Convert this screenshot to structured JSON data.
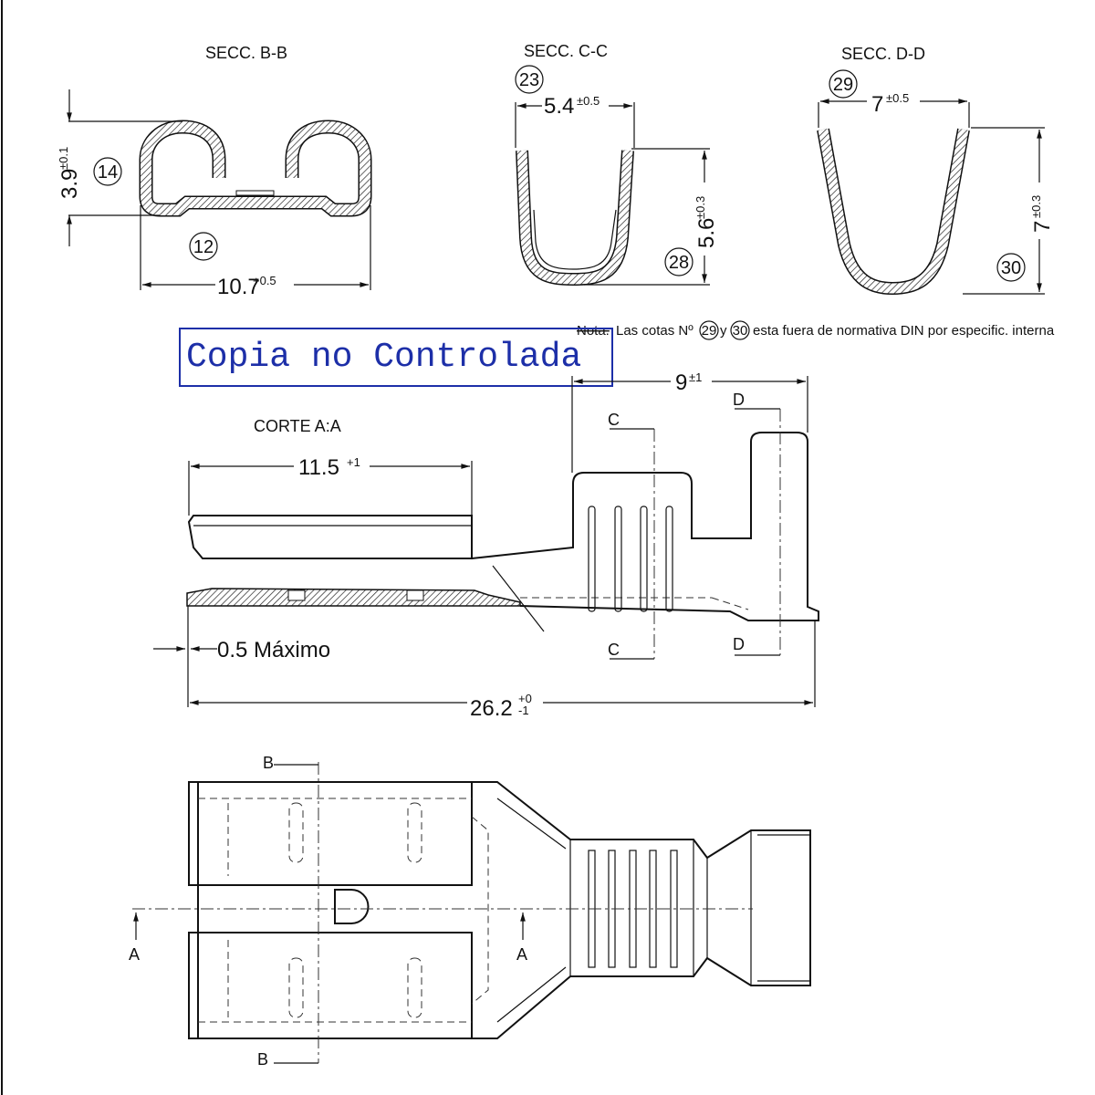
{
  "sections": {
    "bb": {
      "title": "SECC. B-B",
      "height_dim": "3.9",
      "height_tol": "±0.1",
      "ref_a": "14",
      "ref_b": "12",
      "width_dim": "10.7",
      "width_tol": "+0.5"
    },
    "cc": {
      "title": "SECC. C-C",
      "ref_a": "23",
      "width_dim": "5.4",
      "width_tol": "±0.5",
      "height_dim": "5.6",
      "height_tol": "±0.3",
      "ref_b": "28"
    },
    "dd": {
      "title": "SECC. D-D",
      "ref_a": "29",
      "width_dim": "7",
      "width_tol": "±0.5",
      "height_dim": "7",
      "height_tol": "±0.3",
      "ref_b": "30"
    }
  },
  "note": {
    "label": "Nota:",
    "text1": "Las cotas Nº",
    "ref1": "29",
    "joiner": "y",
    "ref2": "30",
    "text2": "esta fuera de normativa DIN por especific. interna"
  },
  "stamp": "Copia no Controlada",
  "side_view": {
    "title": "CORTE A:A",
    "receptacle_dim": "11.5",
    "receptacle_tol": "+1",
    "crimp_dim": "9",
    "crimp_tol": "±1",
    "section_c": "C",
    "section_d": "D",
    "thickness_note": "0.5 Máximo",
    "total_dim": "26.2",
    "total_tol_upper": "+0",
    "total_tol_lower": "-1"
  },
  "top_view": {
    "section_b": "B",
    "section_a": "A"
  },
  "colors": {
    "line": "#111111",
    "stamp": "#1d2fa8"
  }
}
